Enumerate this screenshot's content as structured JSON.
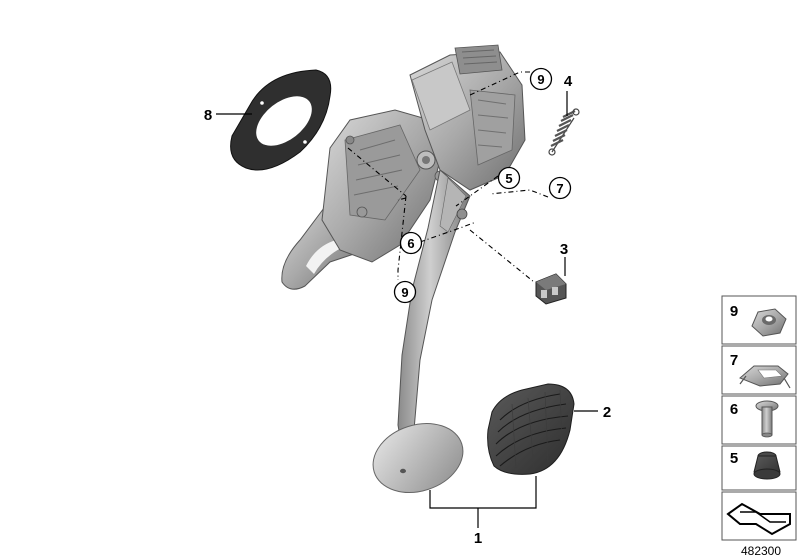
{
  "diagram": {
    "callouts": {
      "pedal_assembly": "1",
      "pedal_pad": "2",
      "switch": "3",
      "spring": "4",
      "buffer": "5",
      "pin": "6",
      "clip": "7",
      "gasket": "8",
      "nut": "9"
    },
    "side_panel": [
      {
        "number": "9",
        "icon": "hex-nut-icon"
      },
      {
        "number": "7",
        "icon": "spring-clip-icon"
      },
      {
        "number": "6",
        "icon": "bolt-pin-icon"
      },
      {
        "number": "5",
        "icon": "rubber-buffer-icon"
      },
      {
        "number": "",
        "icon": "assembly-set-icon"
      }
    ],
    "reference_id": "482300"
  }
}
